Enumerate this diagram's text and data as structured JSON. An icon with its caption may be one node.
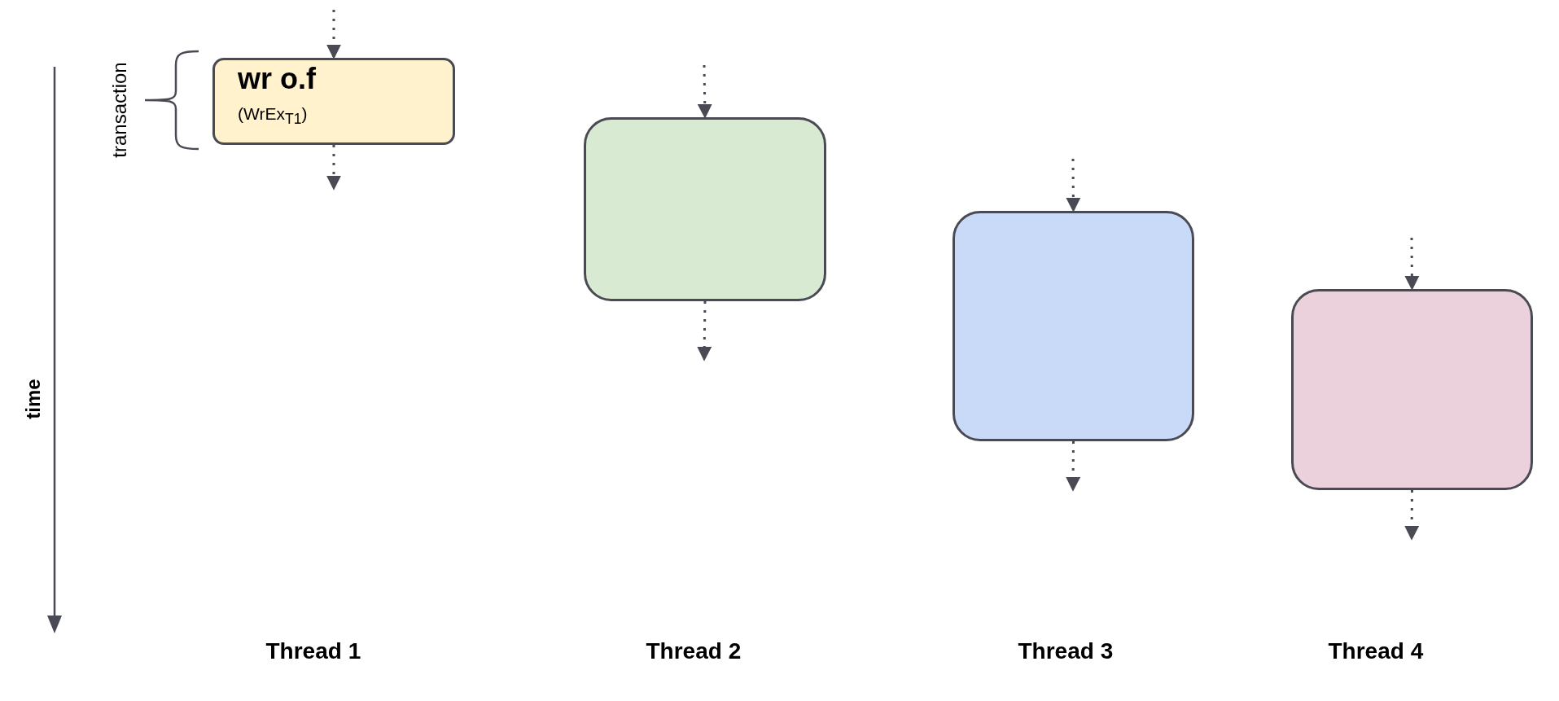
{
  "diagram": {
    "nodes": [
      {
        "text": [
          "wr o.f",
          "(WrEx$_{T1}$)"
        ]
      },
      {
        "text": [],
        "shape": "box"
      },
      {
        "text": [],
        "shape": "box"
      },
      {
        "text": [],
        "shape": "box"
      }
    ],
    "edges": [
      {
        "from": null,
        "to": 0,
        "arrow": "to",
        "style": "dashed"
      },
      {
        "from": 0,
        "to": null,
        "arrow": "to",
        "style": "dashed"
      },
      {
        "from": null,
        "to": 1,
        "arrow": "to",
        "style": "dashed"
      },
      {
        "from": 1,
        "to": null,
        "arrow": "to",
        "style": "dashed"
      },
      {
        "from": null,
        "to": 2,
        "arrow": "to",
        "style": "dashed"
      },
      {
        "from": 2,
        "to": null,
        "arrow": "to",
        "style": "dashed"
      },
      {
        "from": null,
        "to": 3,
        "arrow": "to",
        "style": "dashed"
      },
      {
        "from": 3,
        "to": null,
        "arrow": "to",
        "style": "dashed"
      }
    ],
    "labels": [
      "transaction",
      "time",
      "Thread 1",
      "Thread 2",
      "Thread 3",
      "Thread 4"
    ]
  }
}
